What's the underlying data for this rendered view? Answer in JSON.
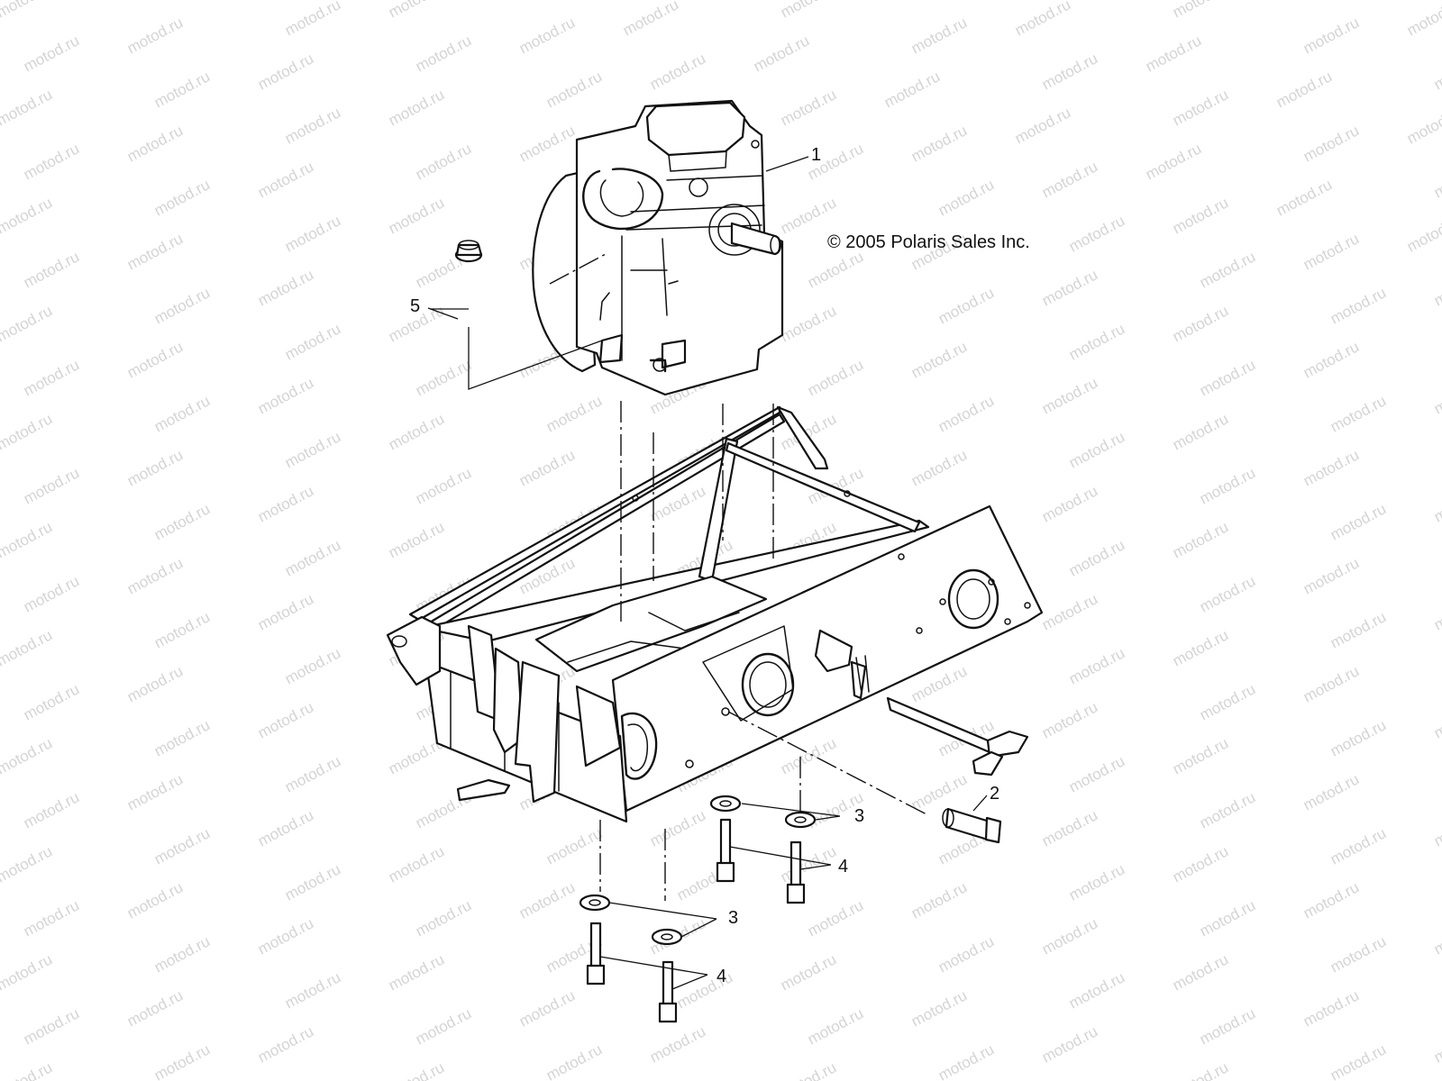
{
  "watermark": {
    "text": "motod.ru"
  },
  "copyright": "© 2005 Polaris Sales Inc.",
  "callouts": [
    {
      "id": "engine",
      "label": "1"
    },
    {
      "id": "bolt",
      "label": "2"
    },
    {
      "id": "washer-right",
      "label": "3"
    },
    {
      "id": "screw-right",
      "label": "4"
    },
    {
      "id": "washer-left",
      "label": "3"
    },
    {
      "id": "screw-left",
      "label": "4"
    },
    {
      "id": "nut",
      "label": "5"
    }
  ],
  "colors": {
    "ink": "#111111",
    "watermark": "#d4d4d4",
    "background": "#ffffff"
  }
}
